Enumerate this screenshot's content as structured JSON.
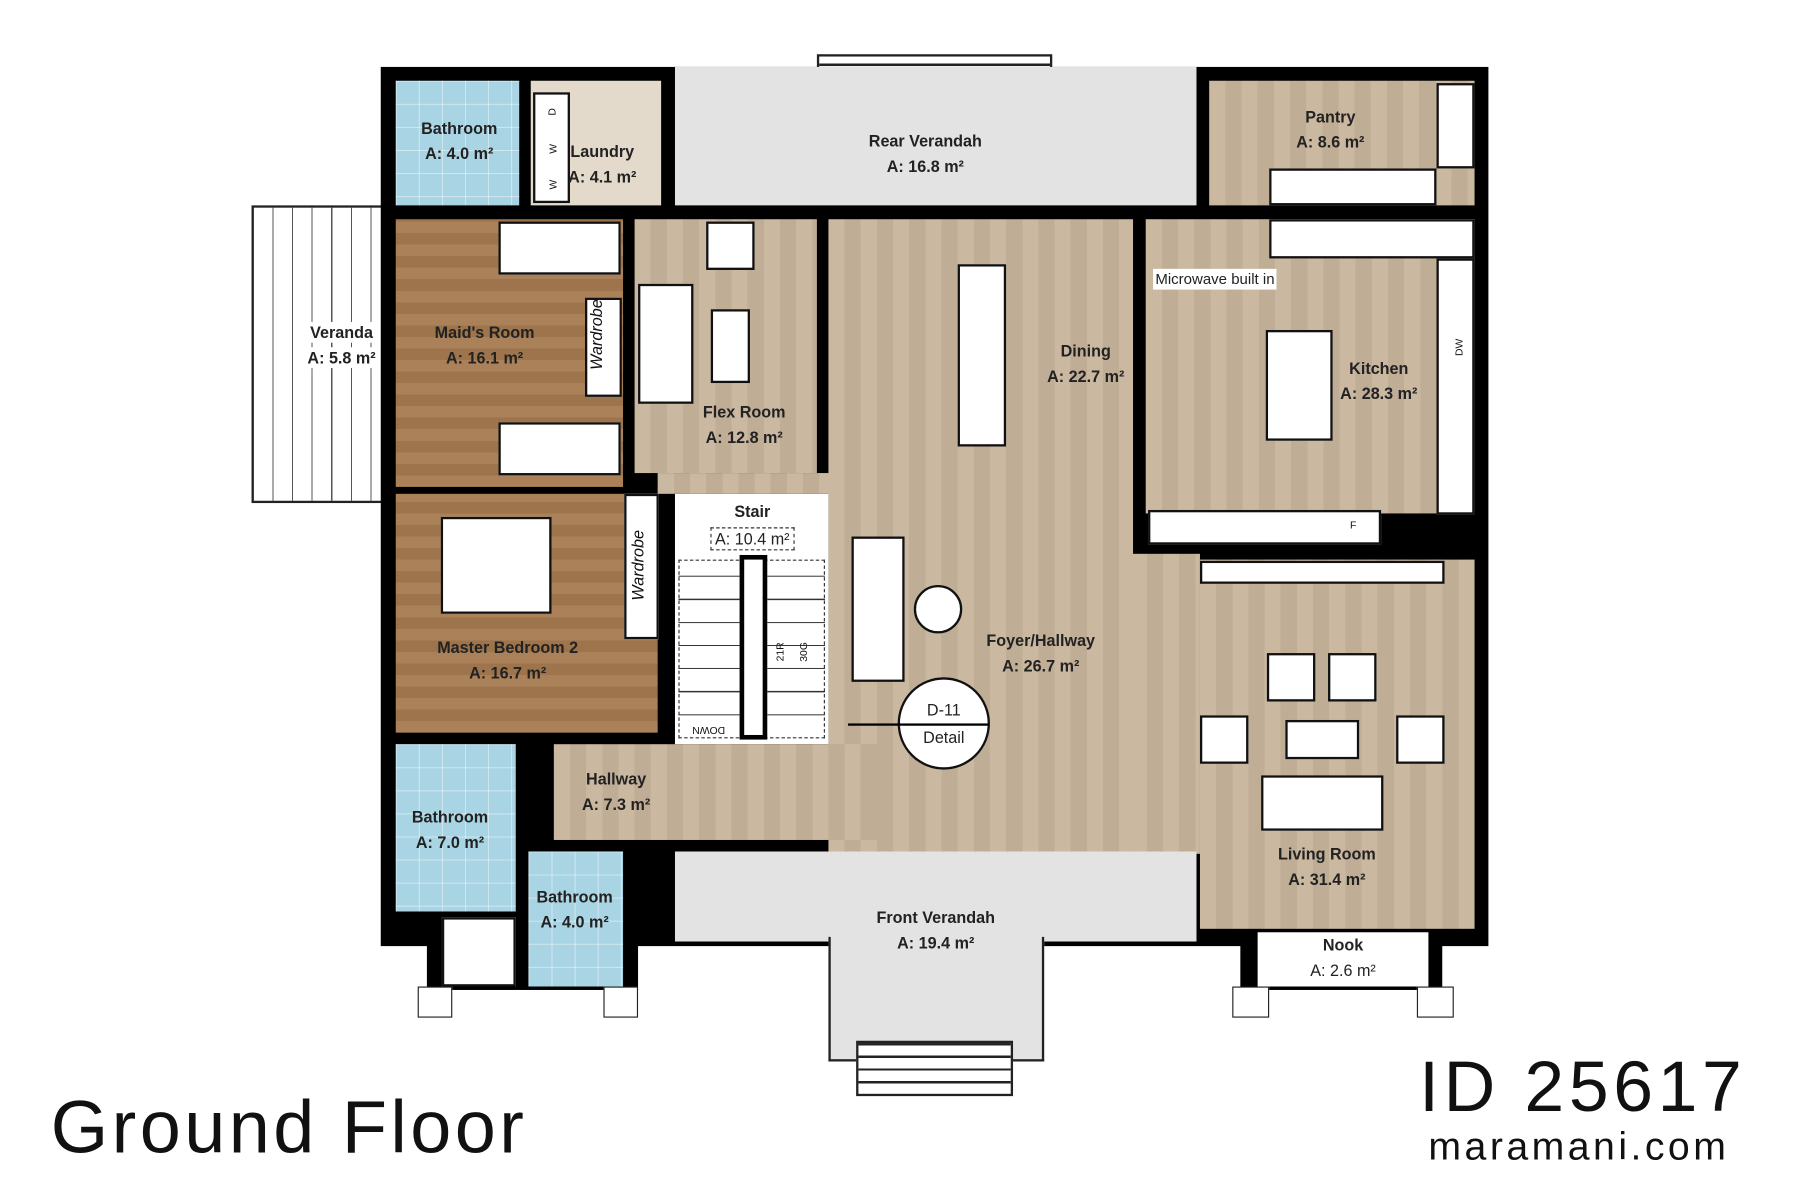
{
  "title": "Ground Floor",
  "plan_id": "ID 25617",
  "website": "maramani.com",
  "rooms": {
    "bathroom_top": {
      "name": "Bathroom",
      "area": "A: 4.0 m²"
    },
    "laundry": {
      "name": "Laundry",
      "area": "A: 4.1 m²"
    },
    "rear_verandah": {
      "name": "Rear Verandah",
      "area": "A: 16.8 m²"
    },
    "pantry": {
      "name": "Pantry",
      "area": "A: 8.6 m²"
    },
    "veranda": {
      "name": "Veranda",
      "area": "A: 5.8 m²"
    },
    "maids_room": {
      "name": "Maid's Room",
      "area": "A: 16.1 m²"
    },
    "flex_room": {
      "name": "Flex Room",
      "area": "A: 12.8 m²"
    },
    "dining": {
      "name": "Dining",
      "area": "A: 22.7 m²"
    },
    "kitchen": {
      "name": "Kitchen",
      "area": "A: 28.3 m²"
    },
    "stair": {
      "name": "Stair",
      "area": "A: 10.4 m²"
    },
    "master_bedroom_2": {
      "name": "Master Bedroom 2",
      "area": "A: 16.7 m²"
    },
    "foyer": {
      "name": "Foyer/Hallway",
      "area": "A: 26.7 m²"
    },
    "hallway": {
      "name": "Hallway",
      "area": "A: 7.3 m²"
    },
    "bathroom_mid": {
      "name": "Bathroom",
      "area": "A:  7.0 m²"
    },
    "bathroom_small": {
      "name": "Bathroom",
      "area": "A: 4.0 m²"
    },
    "front_verandah": {
      "name": "Front Verandah",
      "area": "A: 19.4 m²"
    },
    "living_room": {
      "name": "Living Room",
      "area": "A: 31.4 m²"
    },
    "nook": {
      "name": "Nook",
      "area": "A: 2.6 m²"
    }
  },
  "annotations": {
    "microwave": "Microwave built in",
    "wardrobe_maid": "Wardrobe",
    "wardrobe_master": "Wardrobe",
    "detail_tag": "D-11",
    "detail_label": "Detail",
    "dishwasher": "DW",
    "fridge": "F",
    "dryer": "D",
    "washer_1": "W",
    "washer_2": "W",
    "stair_down": "DOWN",
    "stair_notes": [
      "21R",
      "30G"
    ]
  },
  "colors": {
    "wall": "#000000",
    "wood_light": "#c7b49b",
    "wood_dark": "#a57a4f",
    "tile": "#a9d4e4",
    "verandah": "#e3e3e3"
  }
}
